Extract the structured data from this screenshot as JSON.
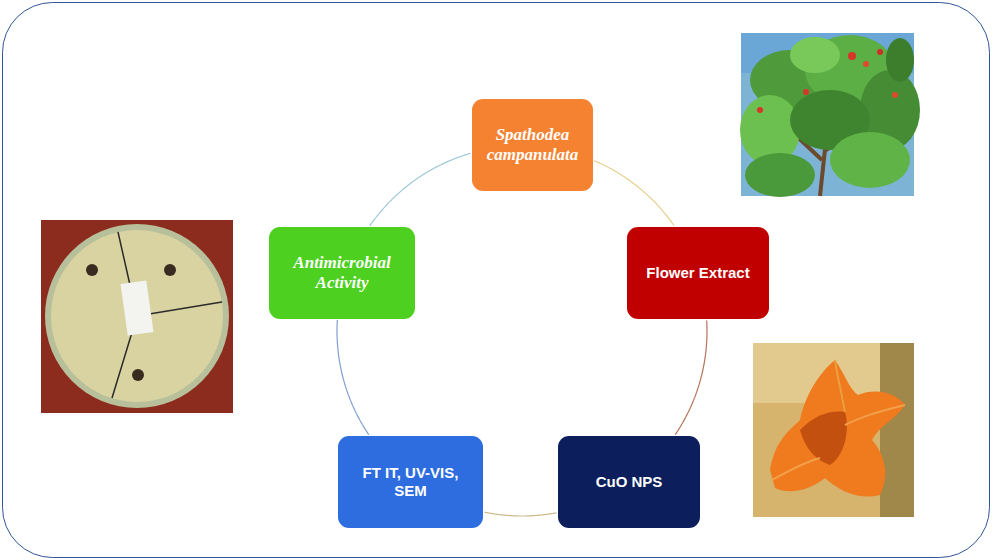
{
  "diagram": {
    "nodes": [
      {
        "text": [
          "Spathodea campanulata"
        ]
      },
      {
        "text": [
          "Flower Extract"
        ]
      },
      {
        "text": [
          "CuO NPS"
        ]
      },
      {
        "text": [
          "FT IT, UV-VIS, SEM"
        ]
      },
      {
        "text": [
          "Antimicrobial Activity"
        ]
      }
    ],
    "edges": [
      {
        "from": 0,
        "to": 1,
        "arrow": "none"
      },
      {
        "from": 1,
        "to": 2,
        "arrow": "none"
      },
      {
        "from": 2,
        "to": 3,
        "arrow": "none"
      },
      {
        "from": 3,
        "to": 4,
        "arrow": "none"
      },
      {
        "from": 4,
        "to": 0,
        "arrow": "none"
      }
    ]
  }
}
